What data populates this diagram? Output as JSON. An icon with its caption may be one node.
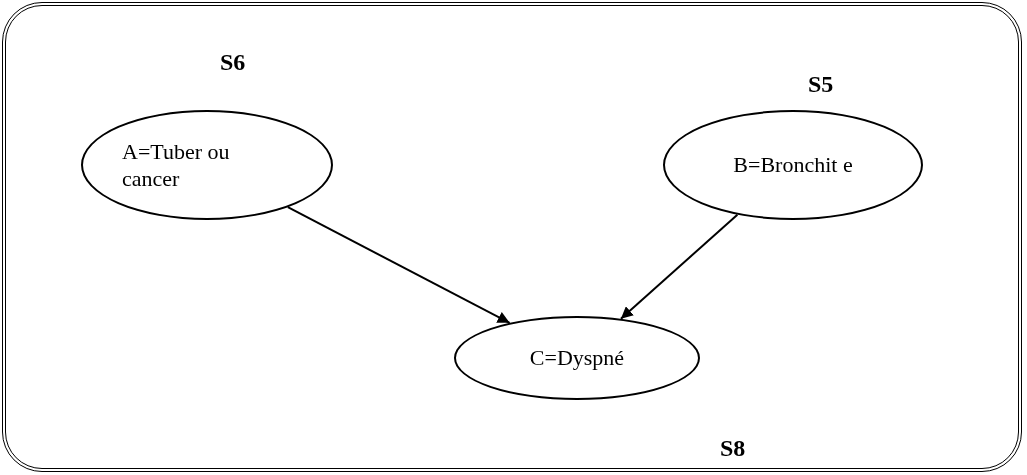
{
  "diagram": {
    "nodes": [
      {
        "text": [
          "A=Tuber ou cancer"
        ],
        "beside": [
          "S6"
        ]
      },
      {
        "text": [
          "B=Bronchit e"
        ],
        "beside": [
          "S5"
        ]
      },
      {
        "text": [
          "C=Dyspné"
        ],
        "beside": [
          "S8"
        ]
      }
    ],
    "edges": [
      {
        "from": 0,
        "to": 2,
        "arrow": "to"
      },
      {
        "from": 1,
        "to": 2,
        "arrow": "to"
      }
    ]
  }
}
